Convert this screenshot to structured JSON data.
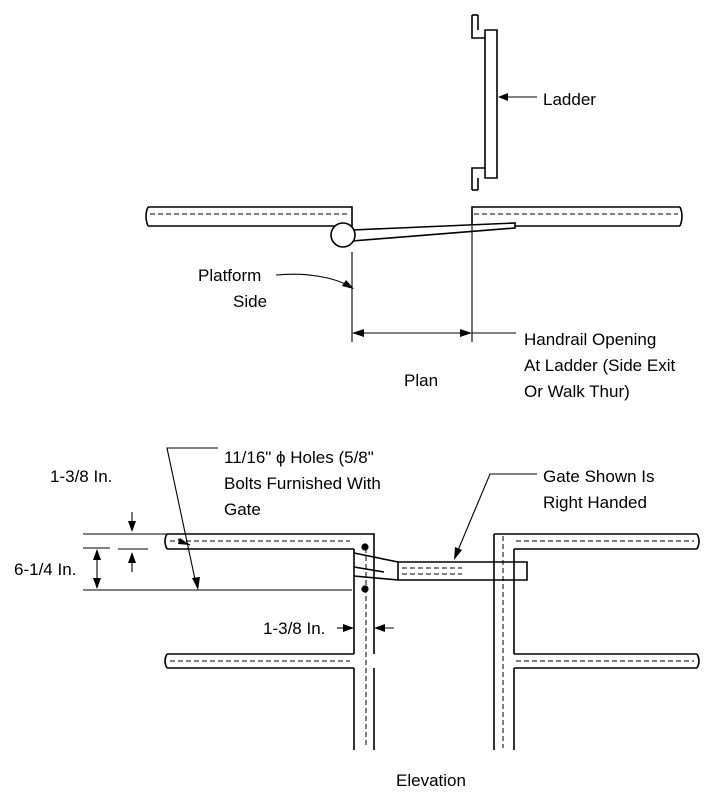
{
  "plan": {
    "ladder_label": "Ladder",
    "platform_side_line1": "Platform",
    "platform_side_line2": "Side",
    "opening_line1": "Handrail Opening",
    "opening_line2": "At Ladder (Side Exit",
    "opening_line3": "Or Walk Thur)",
    "caption": "Plan"
  },
  "elevation": {
    "holes_line1": "11/16\" ϕ Holes (5/8\"",
    "holes_line2": "Bolts Furnished With",
    "holes_line3": "Gate",
    "gate_line1": "Gate Shown Is",
    "gate_line2": "Right Handed",
    "dim_upper": "1-3/8 In.",
    "dim_overall": "6-1/4 In.",
    "dim_post": "1-3/8 In.",
    "caption": "Elevation"
  }
}
